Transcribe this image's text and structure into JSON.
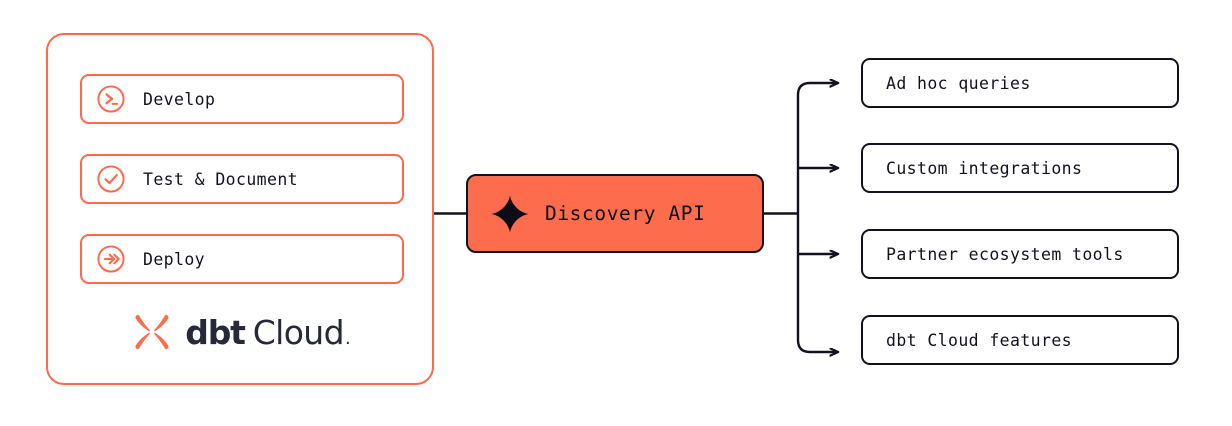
{
  "diagram": {
    "title": "dbt Cloud Discovery API architecture",
    "colors": {
      "brand_orange": "#FF694A",
      "node_fill": "#FD6D4D",
      "ink": "#12121F",
      "logo_ink": "#262A38",
      "background": "#FFFFFF"
    }
  },
  "left_panel": {
    "name": "dbt Cloud platform",
    "stages": [
      {
        "label": "Develop",
        "icon": "terminal-prompt-icon"
      },
      {
        "label": "Test & Document",
        "icon": "check-circle-icon"
      },
      {
        "label": "Deploy",
        "icon": "double-chevron-right-icon"
      }
    ],
    "logo": {
      "mark": "dbt-x-mark-icon",
      "word_bold": "dbt",
      "word_light": "Cloud",
      "word_dot": "."
    }
  },
  "center_node": {
    "label": "Discovery API",
    "icon": "sparkle-star-icon"
  },
  "consumers": [
    {
      "label": "Ad hoc queries"
    },
    {
      "label": "Custom integrations"
    },
    {
      "label": "Partner ecosystem tools"
    },
    {
      "label": "dbt Cloud features"
    }
  ],
  "connectors": {
    "left_to_center": "horizontal-line",
    "center_to_consumers": "branching-arrows"
  }
}
